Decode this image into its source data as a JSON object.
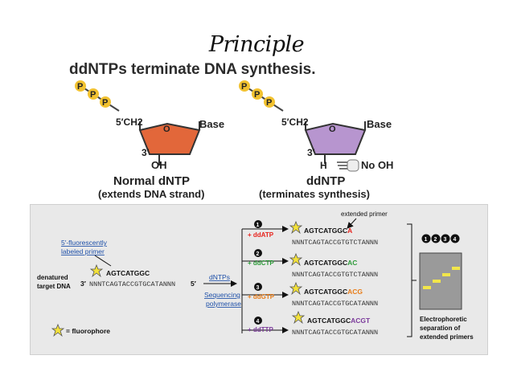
{
  "slide_title": "Principle",
  "figure_top": {
    "heading": "ddNTPs terminate DNA synthesis.",
    "phosphate_label": "P",
    "left": {
      "ch2": "5′CH2",
      "base": "Base",
      "o": "O",
      "three_prime": "3′",
      "oh": "OH",
      "name": "Normal dNTP",
      "desc": "(extends DNA strand)",
      "sugar_color": "#e2673a"
    },
    "right": {
      "ch2": "5′CH2",
      "base": "Base",
      "o": "O",
      "three_prime": "3′",
      "h": "H",
      "no_oh": "No OH",
      "name": "ddNTP",
      "desc": "(terminates synthesis)",
      "sugar_color": "#b795cf"
    }
  },
  "figure_bottom": {
    "primer_label_line1": "5′-fluorescently",
    "primer_label_line2": "labeled primer",
    "primer_seq": "AGTCATGGC",
    "target_label_line1": "denatured",
    "target_label_line2": "target DNA",
    "three_prime": "3′",
    "five_prime": "5′",
    "template_seq": "NNNTCAGTACCGTGCATANNN",
    "dntps": "dNTPs",
    "seq_poly_line1": "Sequencing",
    "seq_poly_line2": "polymerase",
    "fluorophore_legend": "= fluorophore",
    "extended_primer": "extended primer",
    "reactions": [
      {
        "num": "1",
        "label": "+ ddATP",
        "primer": "AGTCATGGC",
        "tail": "A",
        "color": "#e8221c",
        "template": "NNNTCAGTACCGTGTCTANNN"
      },
      {
        "num": "2",
        "label": "+ ddCTP",
        "primer": "AGTCATGGC",
        "tail": "AC",
        "color": "#2e9b3a",
        "template": "NNNTCAGTACCGTGTCTANNN"
      },
      {
        "num": "3",
        "label": "+ ddGTP",
        "primer": "AGTCATGGC",
        "tail": "ACG",
        "color": "#e87d1a",
        "template": "NNNTCAGTACCGTGCATANNN"
      },
      {
        "num": "4",
        "label": "+ ddTTP",
        "primer": "AGTCATGGC",
        "tail": "ACGT",
        "color": "#7b3a9b",
        "template": "NNNTCAGTACCGTGCATANNN"
      }
    ],
    "lanes": [
      "1",
      "2",
      "3",
      "4"
    ],
    "electro_line1": "Electrophoretic",
    "electro_line2": "separation of",
    "electro_line3": "extended primers",
    "gel_band_color": "#f2e64a",
    "star_color": "#f4e23a"
  }
}
